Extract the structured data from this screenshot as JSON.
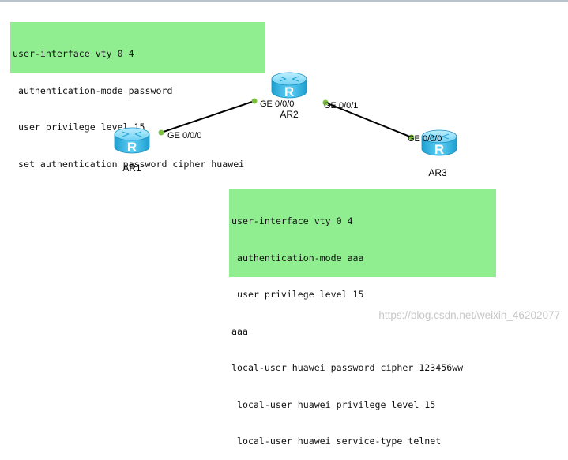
{
  "config_top": {
    "lines": [
      "user-interface vty 0 4",
      " authentication-mode password",
      " user privilege level 15",
      " set authentication password cipher huawei"
    ]
  },
  "config_bottom": {
    "lines": [
      "user-interface vty 0 4",
      " authentication-mode aaa",
      " user privilege level 15",
      "aaa",
      "local-user huawei password cipher 123456ww",
      " local-user huawei privilege level 15",
      " local-user huawei service-type telnet"
    ]
  },
  "routers": {
    "ar1": {
      "name": "AR1",
      "interface": "GE 0/0/0"
    },
    "ar2": {
      "name": "AR2",
      "interface_left": "GE 0/0/0",
      "interface_right": "GE 0/0/1"
    },
    "ar3": {
      "name": "AR3",
      "interface": "GE 0/0/0"
    },
    "icon_letter": "R"
  },
  "watermark": "https://blog.csdn.net/weixin_46202077",
  "colors": {
    "config_background": "#90ee90",
    "router_body": "#29b6e6",
    "port_dot": "#7ac142",
    "link": "#000000"
  }
}
